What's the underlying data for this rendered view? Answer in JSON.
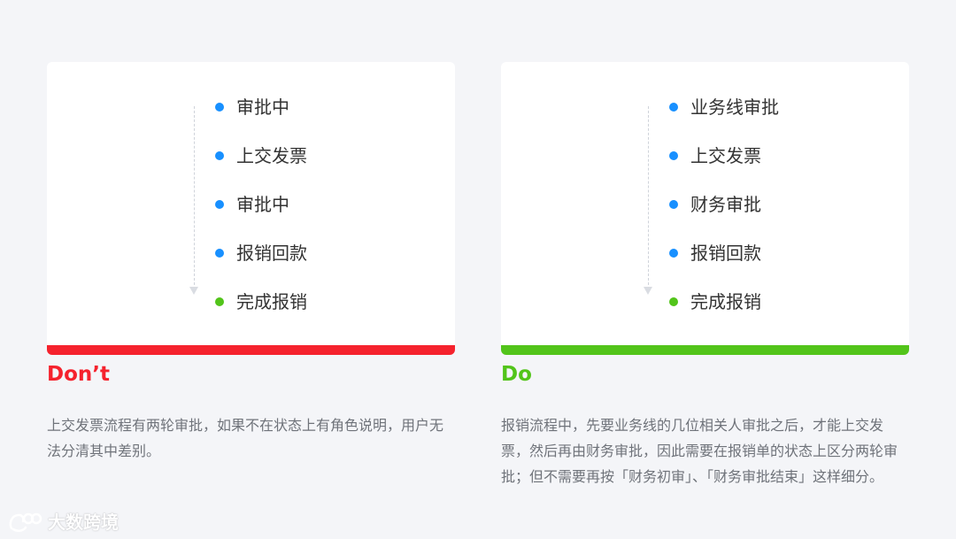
{
  "panels": {
    "dont": {
      "heading": "Don’t",
      "description": "上交发票流程有两轮审批，如果不在状态上有角色说明，用户无法分清其中差别。",
      "steps": [
        {
          "label": "审批中",
          "status_color": "#1890ff"
        },
        {
          "label": "上交发票",
          "status_color": "#1890ff"
        },
        {
          "label": "审批中",
          "status_color": "#1890ff"
        },
        {
          "label": "报销回款",
          "status_color": "#1890ff"
        },
        {
          "label": "完成报销",
          "status_color": "#52c41a"
        }
      ],
      "accent_color": "#f5222d"
    },
    "do": {
      "heading": "Do",
      "description": "报销流程中，先要业务线的几位相关人审批之后，才能上交发票，然后再由财务审批，因此需要在报销单的状态上区分两轮审批；但不需要再按「财务初审」、「财务审批结束」这样细分。",
      "steps": [
        {
          "label": "业务线审批",
          "status_color": "#1890ff"
        },
        {
          "label": "上交发票",
          "status_color": "#1890ff"
        },
        {
          "label": "财务审批",
          "status_color": "#1890ff"
        },
        {
          "label": "报销回款",
          "status_color": "#1890ff"
        },
        {
          "label": "完成报销",
          "status_color": "#52c41a"
        }
      ],
      "accent_color": "#52c41a"
    }
  },
  "watermark": {
    "text": "大数跨境"
  }
}
